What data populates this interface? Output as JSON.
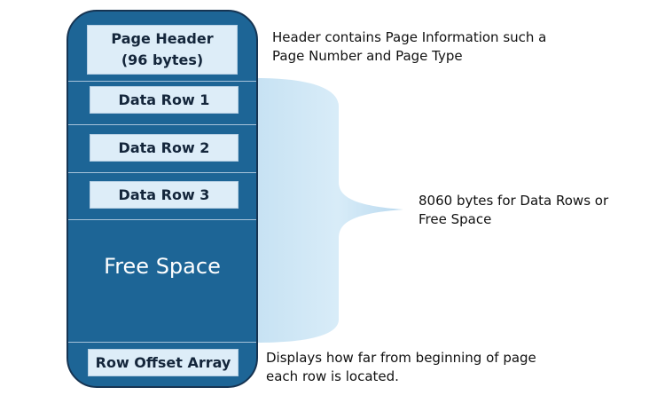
{
  "page": {
    "header": {
      "line1": "Page Header",
      "line2": "(96 bytes)"
    },
    "rows": [
      "Data Row 1",
      "Data Row 2",
      "Data Row 3"
    ],
    "free_space": "Free Space",
    "row_offset_array": "Row Offset Array"
  },
  "annotations": {
    "header_note": "Header contains Page Information such a\nPage Number and Page Type",
    "data_note": "8060 bytes for Data Rows or\nFree Space",
    "offset_note": "Displays how far from beginning of page\neach row is located."
  },
  "colors": {
    "page_fill": "#1d6596",
    "page_border": "#163452",
    "box_fill": "#ddedf8",
    "brace_fill": "#d4e9f6"
  }
}
